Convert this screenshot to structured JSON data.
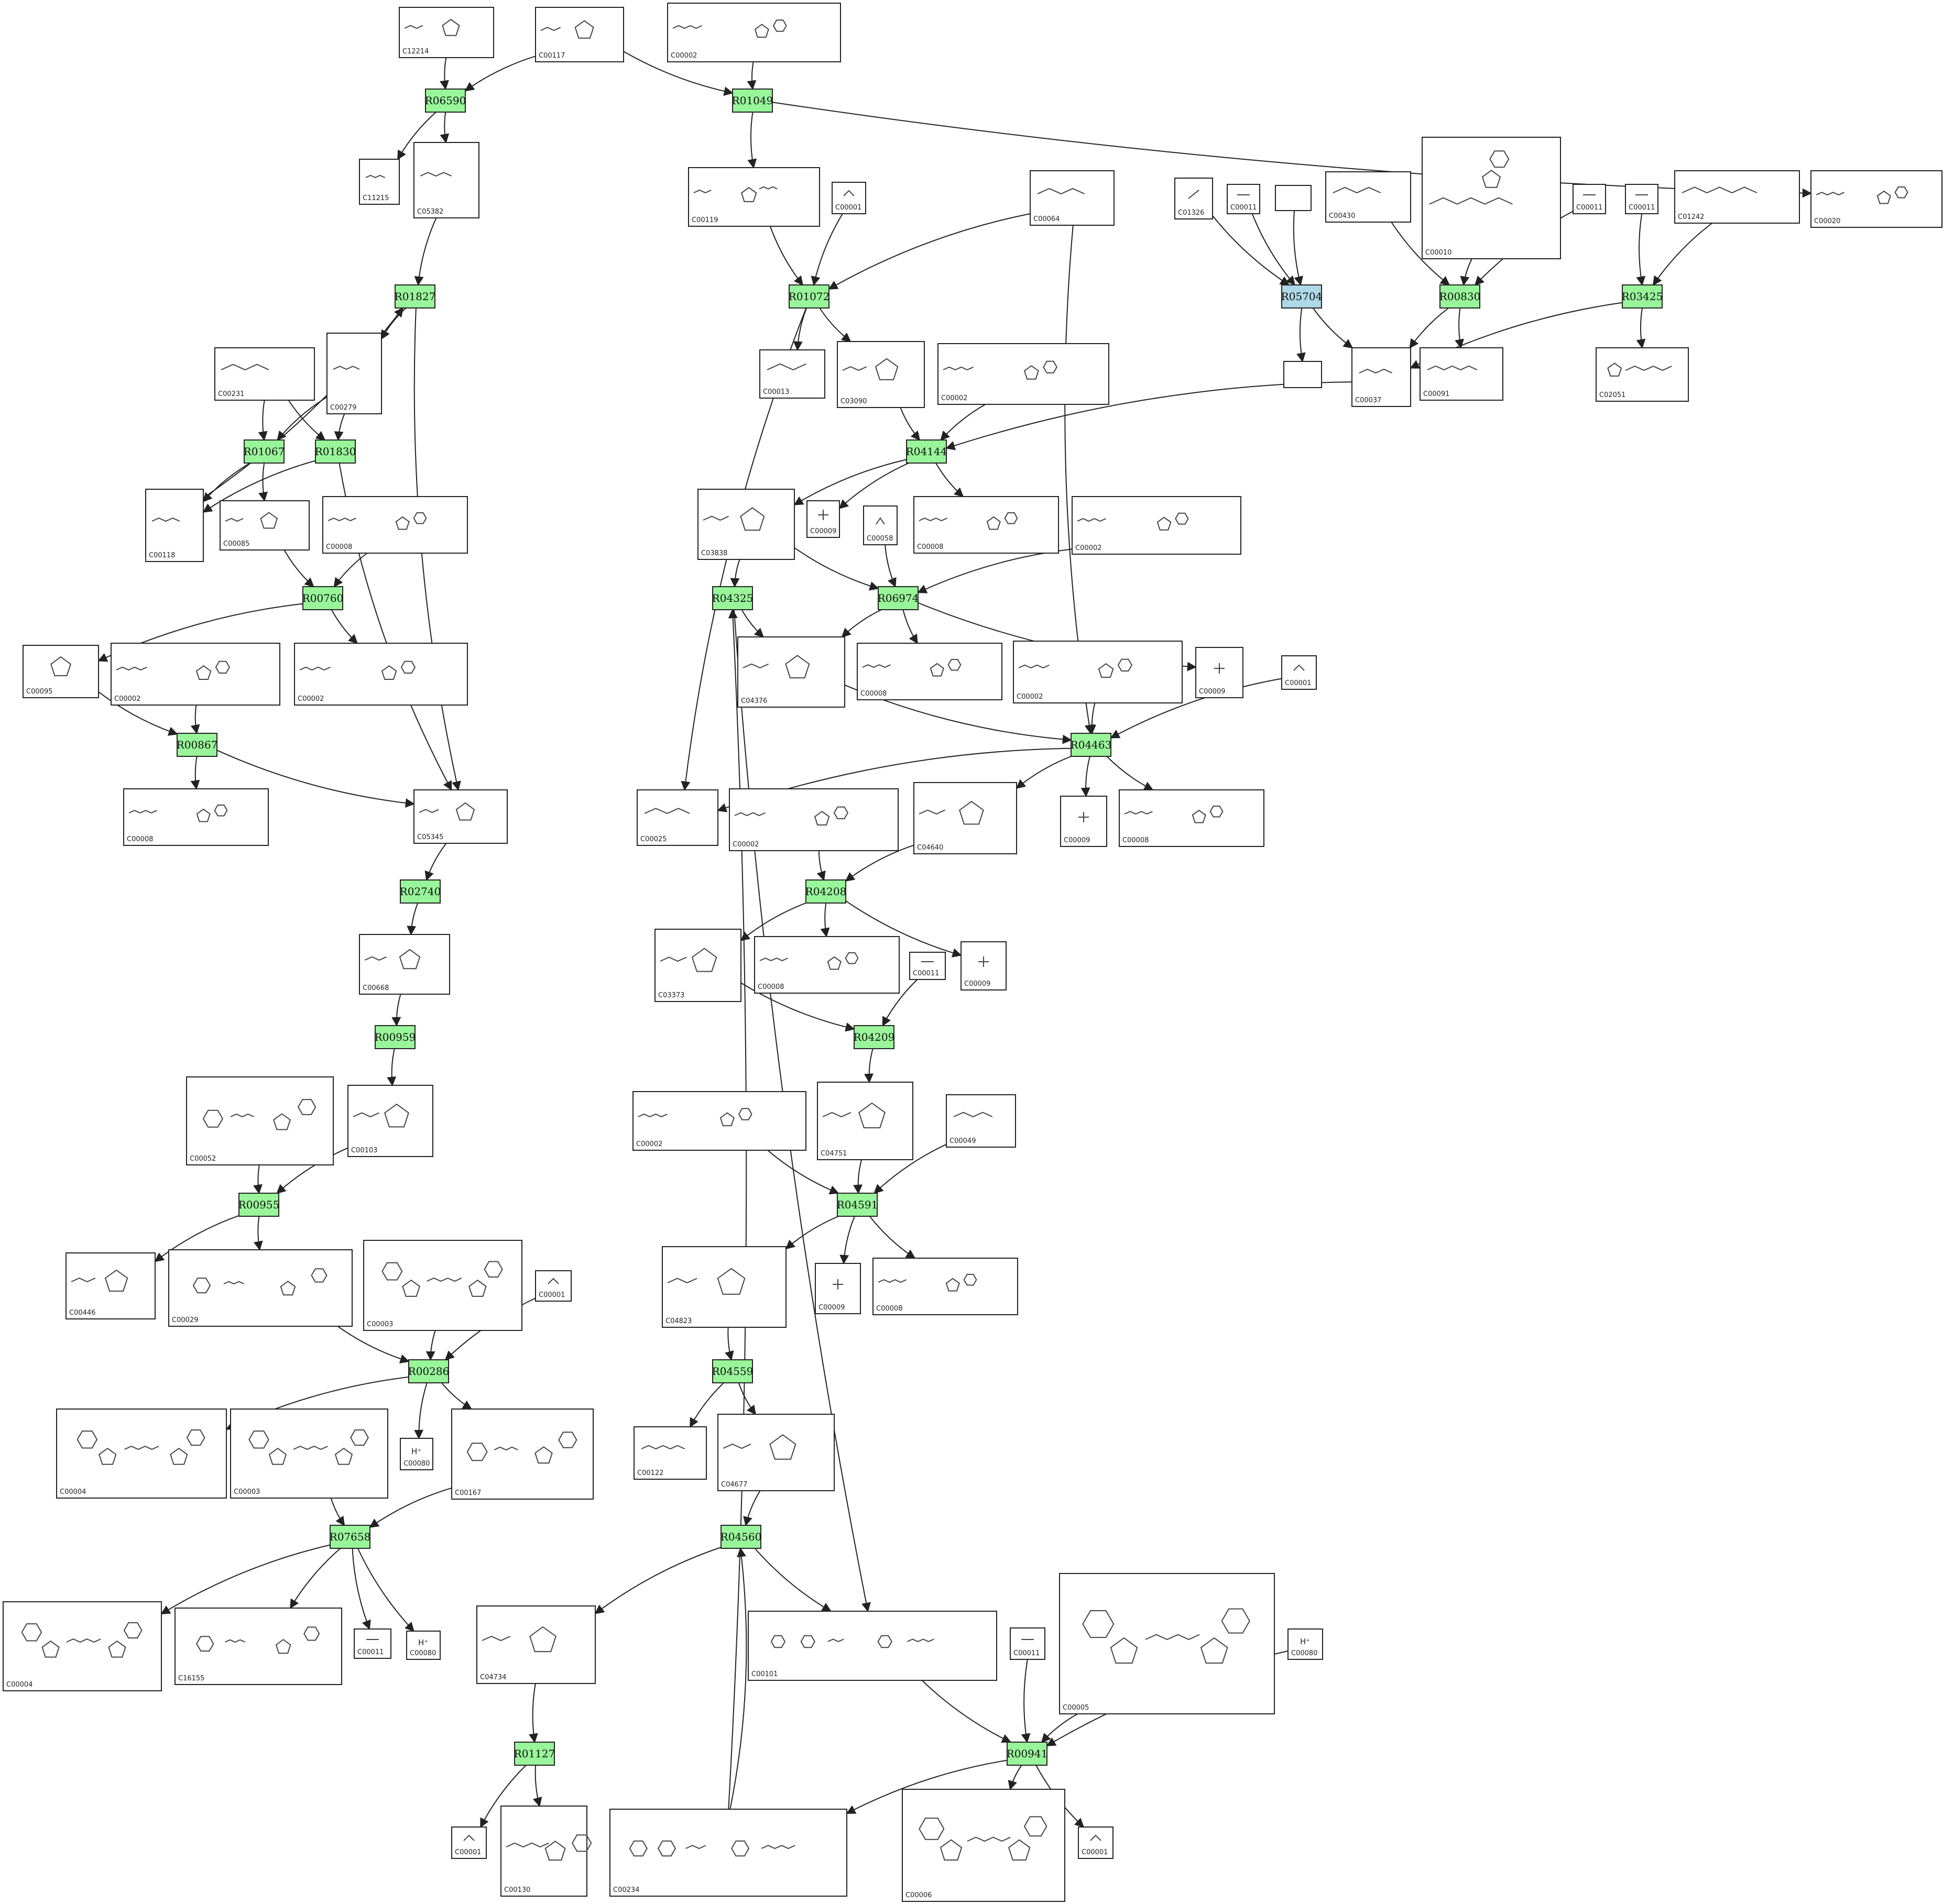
{
  "colors": {
    "reaction_fill": "#99f59a",
    "highlight_fill": "#add8e6",
    "edge": "#222222",
    "box_stroke": "#222222"
  },
  "compounds": [
    {
      "id": "c12214",
      "label": "C12214",
      "mol": "sugar-phosphate"
    },
    {
      "id": "c00117",
      "label": "C00117",
      "mol": "sugar-phosphate"
    },
    {
      "id": "c00002_top",
      "label": "C00002",
      "mol": "nucleotide"
    },
    {
      "id": "c11215",
      "label": "C11215",
      "mol": "chain-phosphate"
    },
    {
      "id": "c05382",
      "label": "C05382",
      "mol": "chain-phosphate"
    },
    {
      "id": "c00119",
      "label": "C00119",
      "mol": "sugar-diphosphate"
    },
    {
      "id": "c00001_a",
      "label": "C00001",
      "mol": "water"
    },
    {
      "id": "c00064",
      "label": "C00064",
      "mol": "amino-acid"
    },
    {
      "id": "c01326",
      "label": "C01326",
      "mol": "small"
    },
    {
      "id": "c00011_a",
      "label": "C00011",
      "mol": "co2"
    },
    {
      "id": "c00430",
      "label": "C00430",
      "mol": "amino-acid"
    },
    {
      "id": "c00010",
      "label": "C00010",
      "mol": "coenzyme"
    },
    {
      "id": "c00011_b",
      "label": "C00011",
      "mol": "co2"
    },
    {
      "id": "c00011_c",
      "label": "C00011",
      "mol": "co2"
    },
    {
      "id": "c01242",
      "label": "C01242",
      "mol": "chain"
    },
    {
      "id": "c00020",
      "label": "C00020",
      "mol": "nucleotide"
    },
    {
      "id": "c00231",
      "label": "C00231",
      "mol": "chain-phosphate"
    },
    {
      "id": "c00279",
      "label": "C00279",
      "mol": "chain-phosphate"
    },
    {
      "id": "c00013",
      "label": "C00013",
      "mol": "diphosphate"
    },
    {
      "id": "c03090",
      "label": "C03090",
      "mol": "sugar-phosphate"
    },
    {
      "id": "c00002_b",
      "label": "C00002",
      "mol": "nucleotide"
    },
    {
      "id": "c00037",
      "label": "C00037",
      "mol": "amino-acid"
    },
    {
      "id": "c00091",
      "label": "C00091",
      "mol": "chain"
    },
    {
      "id": "c02051",
      "label": "C02051",
      "mol": "ring-chain"
    },
    {
      "id": "c00118",
      "label": "C00118",
      "mol": "chain-phosphate"
    },
    {
      "id": "c00085",
      "label": "C00085",
      "mol": "sugar-phosphate"
    },
    {
      "id": "c00008_a",
      "label": "C00008",
      "mol": "nucleotide"
    },
    {
      "id": "c03838",
      "label": "C03838",
      "mol": "sugar-phosphate"
    },
    {
      "id": "c00009_a",
      "label": "C00009",
      "mol": "phosphate"
    },
    {
      "id": "c00058",
      "label": "C00058",
      "mol": "formate"
    },
    {
      "id": "c00008_b",
      "label": "C00008",
      "mol": "nucleotide"
    },
    {
      "id": "c00002_c",
      "label": "C00002",
      "mol": "nucleotide"
    },
    {
      "id": "c00095",
      "label": "C00095",
      "mol": "sugar"
    },
    {
      "id": "c00002_d",
      "label": "C00002",
      "mol": "nucleotide"
    },
    {
      "id": "c00002_e",
      "label": "C00002",
      "mol": "nucleotide"
    },
    {
      "id": "c04376",
      "label": "C04376",
      "mol": "sugar-phosphate"
    },
    {
      "id": "c00008_c",
      "label": "C00008",
      "mol": "nucleotide"
    },
    {
      "id": "c00002_f",
      "label": "C00002",
      "mol": "nucleotide"
    },
    {
      "id": "c00009_b",
      "label": "C00009",
      "mol": "phosphate"
    },
    {
      "id": "c00001_b",
      "label": "C00001",
      "mol": "water"
    },
    {
      "id": "c00008_d",
      "label": "C00008",
      "mol": "nucleotide"
    },
    {
      "id": "c05345",
      "label": "C05345",
      "mol": "sugar-phosphate"
    },
    {
      "id": "c00025",
      "label": "C00025",
      "mol": "amino-acid"
    },
    {
      "id": "c00002_g",
      "label": "C00002",
      "mol": "nucleotide"
    },
    {
      "id": "c04640",
      "label": "C04640",
      "mol": "sugar-phosphate"
    },
    {
      "id": "c00009_c",
      "label": "C00009",
      "mol": "phosphate"
    },
    {
      "id": "c00008_e",
      "label": "C00008",
      "mol": "nucleotide"
    },
    {
      "id": "c00668",
      "label": "C00668",
      "mol": "sugar-phosphate"
    },
    {
      "id": "c03373",
      "label": "C03373",
      "mol": "sugar-phosphate"
    },
    {
      "id": "c00008_f",
      "label": "C00008",
      "mol": "nucleotide"
    },
    {
      "id": "c00011_d",
      "label": "C00011",
      "mol": "co2"
    },
    {
      "id": "c00009_d",
      "label": "C00009",
      "mol": "phosphate"
    },
    {
      "id": "c00052",
      "label": "C00052",
      "mol": "nucleotide-sugar"
    },
    {
      "id": "c00103",
      "label": "C00103",
      "mol": "sugar-phosphate"
    },
    {
      "id": "c00002_h",
      "label": "C00002",
      "mol": "nucleotide"
    },
    {
      "id": "c04751",
      "label": "C04751",
      "mol": "sugar-phosphate"
    },
    {
      "id": "c00049",
      "label": "C00049",
      "mol": "amino-acid"
    },
    {
      "id": "c00446",
      "label": "C00446",
      "mol": "sugar-phosphate"
    },
    {
      "id": "c00029",
      "label": "C00029",
      "mol": "nucleotide-sugar"
    },
    {
      "id": "c00003_a",
      "label": "C00003",
      "mol": "dinucleotide"
    },
    {
      "id": "c00001_c",
      "label": "C00001",
      "mol": "water"
    },
    {
      "id": "c04823",
      "label": "C04823",
      "mol": "sugar-phosphate"
    },
    {
      "id": "c00009_e",
      "label": "C00009",
      "mol": "phosphate"
    },
    {
      "id": "c00008_g",
      "label": "C00008",
      "mol": "nucleotide"
    },
    {
      "id": "c00004_a",
      "label": "C00004",
      "mol": "dinucleotide"
    },
    {
      "id": "c00003_b",
      "label": "C00003",
      "mol": "dinucleotide"
    },
    {
      "id": "c00080_a",
      "label": "C00080",
      "mol": "proton",
      "formula": "H⁺"
    },
    {
      "id": "c00167",
      "label": "C00167",
      "mol": "nucleotide-sugar"
    },
    {
      "id": "c00122",
      "label": "C00122",
      "mol": "chain"
    },
    {
      "id": "c04677",
      "label": "C04677",
      "mol": "sugar-phosphate"
    },
    {
      "id": "c00004_b",
      "label": "C00004",
      "mol": "dinucleotide"
    },
    {
      "id": "c16155",
      "label": "C16155",
      "mol": "nucleotide-sugar"
    },
    {
      "id": "c00011_e",
      "label": "C00011",
      "mol": "co2"
    },
    {
      "id": "c00080_b",
      "label": "C00080",
      "mol": "proton",
      "formula": "H⁺"
    },
    {
      "id": "c04734",
      "label": "C04734",
      "mol": "sugar-phosphate"
    },
    {
      "id": "c00101",
      "label": "C00101",
      "mol": "folate"
    },
    {
      "id": "c00011_f",
      "label": "C00011",
      "mol": "co2"
    },
    {
      "id": "c00005",
      "label": "C00005",
      "mol": "dinucleotide"
    },
    {
      "id": "c00080_c",
      "label": "C00080",
      "mol": "proton",
      "formula": "H⁺"
    },
    {
      "id": "c00001_d",
      "label": "C00001",
      "mol": "water"
    },
    {
      "id": "c00130",
      "label": "C00130",
      "mol": "nucleotide"
    },
    {
      "id": "c00234",
      "label": "C00234",
      "mol": "folate"
    },
    {
      "id": "c00006",
      "label": "C00006",
      "mol": "dinucleotide"
    },
    {
      "id": "c00001_e",
      "label": "C00001",
      "mol": "water"
    },
    {
      "id": "blank_a",
      "label": "",
      "mol": "none"
    },
    {
      "id": "blank_b",
      "label": "",
      "mol": "none"
    }
  ],
  "reactions": [
    {
      "id": "r06590",
      "label": "R06590"
    },
    {
      "id": "r01049",
      "label": "R01049"
    },
    {
      "id": "r01827",
      "label": "R01827"
    },
    {
      "id": "r01072",
      "label": "R01072"
    },
    {
      "id": "r05704",
      "label": "R05704",
      "highlight": true
    },
    {
      "id": "r00830",
      "label": "R00830"
    },
    {
      "id": "r03425",
      "label": "R03425"
    },
    {
      "id": "r01067",
      "label": "R01067"
    },
    {
      "id": "r01830",
      "label": "R01830"
    },
    {
      "id": "r04144",
      "label": "R04144"
    },
    {
      "id": "r00760",
      "label": "R00760"
    },
    {
      "id": "r04325",
      "label": "R04325"
    },
    {
      "id": "r06974",
      "label": "R06974"
    },
    {
      "id": "r00867",
      "label": "R00867"
    },
    {
      "id": "r04463",
      "label": "R04463"
    },
    {
      "id": "r02740",
      "label": "R02740"
    },
    {
      "id": "r04208",
      "label": "R04208"
    },
    {
      "id": "r00959",
      "label": "R00959"
    },
    {
      "id": "r04209",
      "label": "R04209"
    },
    {
      "id": "r00955",
      "label": "R00955"
    },
    {
      "id": "r04591",
      "label": "R04591"
    },
    {
      "id": "r00286",
      "label": "R00286"
    },
    {
      "id": "r04559",
      "label": "R04559"
    },
    {
      "id": "r07658",
      "label": "R07658"
    },
    {
      "id": "r04560",
      "label": "R04560"
    },
    {
      "id": "r01127",
      "label": "R01127"
    },
    {
      "id": "r00941",
      "label": "R00941"
    }
  ],
  "edges": [
    [
      "c12214",
      "r06590"
    ],
    [
      "c00117",
      "r06590"
    ],
    [
      "c00117",
      "r01049"
    ],
    [
      "c00002_top",
      "r01049"
    ],
    [
      "r06590",
      "c11215"
    ],
    [
      "r06590",
      "c05382"
    ],
    [
      "r01049",
      "c00119"
    ],
    [
      "r01049",
      "c00020"
    ],
    [
      "c05382",
      "r01827"
    ],
    [
      "r01827",
      "c00279"
    ],
    [
      "r01827",
      "c05345"
    ],
    [
      "c00119",
      "r01072"
    ],
    [
      "c00001_a",
      "r01072"
    ],
    [
      "c00064",
      "r01072"
    ],
    [
      "r01072",
      "c00013"
    ],
    [
      "r01072",
      "c03090"
    ],
    [
      "r01072",
      "c00025"
    ],
    [
      "c00064",
      "r04463"
    ],
    [
      "c01326",
      "r05704"
    ],
    [
      "c00011_a",
      "r05704"
    ],
    [
      "blank_a",
      "r05704"
    ],
    [
      "r05704",
      "blank_b"
    ],
    [
      "r05704",
      "c00037"
    ],
    [
      "c00430",
      "r00830"
    ],
    [
      "c00010",
      "r00830"
    ],
    [
      "c00011_b",
      "r00830"
    ],
    [
      "r00830",
      "c00037"
    ],
    [
      "r00830",
      "c00091"
    ],
    [
      "c00011_c",
      "r03425"
    ],
    [
      "c01242",
      "r03425"
    ],
    [
      "r03425",
      "c00037"
    ],
    [
      "r03425",
      "c02051"
    ],
    [
      "c00231",
      "r01067"
    ],
    [
      "c00279",
      "r01067"
    ],
    [
      "c00231",
      "r01830"
    ],
    [
      "c00279",
      "r01830"
    ],
    [
      "r01067",
      "c00118"
    ],
    [
      "r01067",
      "c00085"
    ],
    [
      "r01830",
      "c00118"
    ],
    [
      "r01830",
      "c05345"
    ],
    [
      "c00118",
      "r01827"
    ],
    [
      "c03090",
      "r04144"
    ],
    [
      "c00002_b",
      "r04144"
    ],
    [
      "c00037",
      "r04144"
    ],
    [
      "r04144",
      "c03838"
    ],
    [
      "r04144",
      "c00009_a"
    ],
    [
      "r04144",
      "c00008_b"
    ],
    [
      "c00085",
      "r00760"
    ],
    [
      "c00008_a",
      "r00760"
    ],
    [
      "r00760",
      "c00095"
    ],
    [
      "r00760",
      "c00002_e"
    ],
    [
      "c03838",
      "r04325"
    ],
    [
      "c03838",
      "r06974"
    ],
    [
      "c00058",
      "r06974"
    ],
    [
      "c00002_c",
      "r06974"
    ],
    [
      "r04325",
      "c04376"
    ],
    [
      "r04325",
      "c00101"
    ],
    [
      "c00234",
      "r04325"
    ],
    [
      "r06974",
      "c04376"
    ],
    [
      "r06974",
      "c00008_c"
    ],
    [
      "r06974",
      "c00009_b"
    ],
    [
      "c00095",
      "r00867"
    ],
    [
      "c00002_d",
      "r00867"
    ],
    [
      "r00867",
      "c00008_d"
    ],
    [
      "r00867",
      "c05345"
    ],
    [
      "c04376",
      "r04463"
    ],
    [
      "c00002_f",
      "r04463"
    ],
    [
      "c00001_b",
      "r04463"
    ],
    [
      "r04463",
      "c00025"
    ],
    [
      "r04463",
      "c04640"
    ],
    [
      "r04463",
      "c00009_c"
    ],
    [
      "r04463",
      "c00008_e"
    ],
    [
      "c05345",
      "r02740"
    ],
    [
      "r02740",
      "c00668"
    ],
    [
      "c00002_g",
      "r04208"
    ],
    [
      "c04640",
      "r04208"
    ],
    [
      "r04208",
      "c03373"
    ],
    [
      "r04208",
      "c00008_f"
    ],
    [
      "r04208",
      "c00009_d"
    ],
    [
      "c00668",
      "r00959"
    ],
    [
      "r00959",
      "c00103"
    ],
    [
      "c03373",
      "r04209"
    ],
    [
      "c00011_d",
      "r04209"
    ],
    [
      "r04209",
      "c04751"
    ],
    [
      "c00052",
      "r00955"
    ],
    [
      "c00103",
      "r00955"
    ],
    [
      "r00955",
      "c00446"
    ],
    [
      "r00955",
      "c00029"
    ],
    [
      "c00002_h",
      "r04591"
    ],
    [
      "c04751",
      "r04591"
    ],
    [
      "c00049",
      "r04591"
    ],
    [
      "r04591",
      "c04823"
    ],
    [
      "r04591",
      "c00009_e"
    ],
    [
      "r04591",
      "c00008_g"
    ],
    [
      "c00029",
      "r00286"
    ],
    [
      "c00003_a",
      "r00286"
    ],
    [
      "c00001_c",
      "r00286"
    ],
    [
      "r00286",
      "c00004_a"
    ],
    [
      "r00286",
      "c00080_a"
    ],
    [
      "r00286",
      "c00167"
    ],
    [
      "c04823",
      "r04559"
    ],
    [
      "r04559",
      "c00122"
    ],
    [
      "r04559",
      "c04677"
    ],
    [
      "c00003_b",
      "r07658"
    ],
    [
      "c00167",
      "r07658"
    ],
    [
      "r07658",
      "c00004_b"
    ],
    [
      "r07658",
      "c16155"
    ],
    [
      "r07658",
      "c00011_e"
    ],
    [
      "r07658",
      "c00080_b"
    ],
    [
      "c04677",
      "r04560"
    ],
    [
      "c00234",
      "r04560"
    ],
    [
      "r04560",
      "c04734"
    ],
    [
      "r04560",
      "c00101"
    ],
    [
      "c04734",
      "r01127"
    ],
    [
      "r01127",
      "c00001_d"
    ],
    [
      "r01127",
      "c00130"
    ],
    [
      "c00101",
      "r00941"
    ],
    [
      "c00011_f",
      "r00941"
    ],
    [
      "c00005",
      "r00941"
    ],
    [
      "c00080_c",
      "r00941"
    ],
    [
      "r00941",
      "c00234"
    ],
    [
      "r00941",
      "c00006"
    ],
    [
      "r00941",
      "c00001_e"
    ]
  ]
}
